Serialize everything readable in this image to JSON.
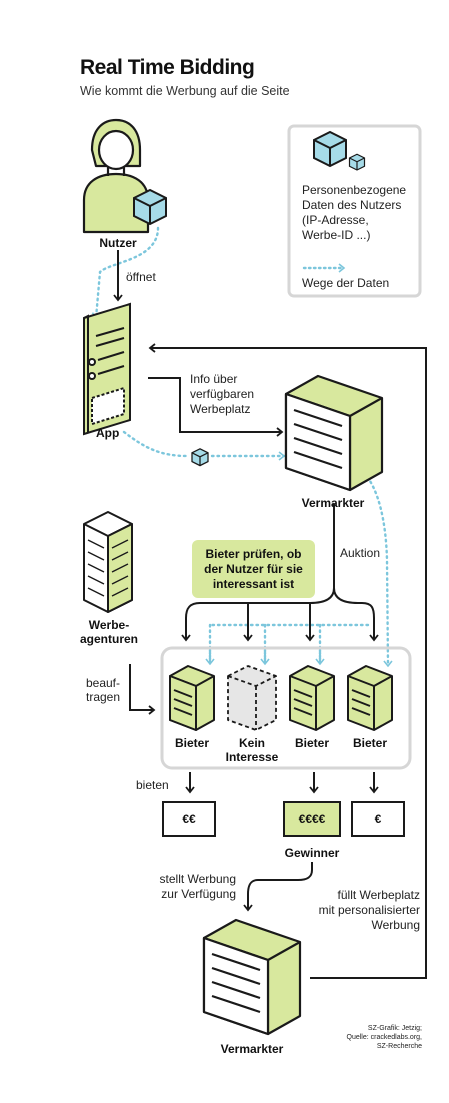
{
  "header": {
    "title": "Real Time Bidding",
    "subtitle": "Wie kommt die Werbung auf die Seite"
  },
  "legend": {
    "data_lines": [
      "Personenbezogene",
      "Daten des Nutzers",
      "(IP-Adresse,",
      "Werbe-ID ...)"
    ],
    "path_label": "Wege der Daten"
  },
  "actors": {
    "user": "Nutzer",
    "app": "App",
    "marketer": "Vermarkter",
    "agencies_lines": [
      "Werbe-",
      "agenturen"
    ],
    "bidder": "Bieter",
    "no_interest_lines": [
      "Kein",
      "Interesse"
    ],
    "marketer_bottom": "Vermarkter"
  },
  "steps": {
    "opens": "öffnet",
    "info_lines": [
      "Info über",
      "verfügbaren",
      "Werbeplatz"
    ],
    "auction": "Auktion",
    "check_lines": [
      "Bieter prüfen, ob",
      "der Nutzer für sie",
      "interessant ist"
    ],
    "commission_lines": [
      "beauf-",
      "tragen"
    ],
    "bid": "bieten",
    "provides_lines": [
      "stellt Werbung",
      "zur Verfügung"
    ],
    "fills_lines": [
      "füllt Werbeplatz",
      "mit personalisierter",
      "Werbung"
    ]
  },
  "bids": {
    "bid1": "€€",
    "bid2": "€€€€",
    "bid3": "€",
    "winner": "Gewinner"
  },
  "credit_lines": [
    "SZ-Grafik: Jetzig;",
    "Quelle: crackedlabs.org,",
    "SZ-Recherche"
  ],
  "colors": {
    "accent": "#d8e89e",
    "accent_dark": "#bcd46a",
    "data_path": "#7cc6dc",
    "cube": "#a6dbe8",
    "ink": "#1a1a1a",
    "frame": "#d6d6d6"
  }
}
